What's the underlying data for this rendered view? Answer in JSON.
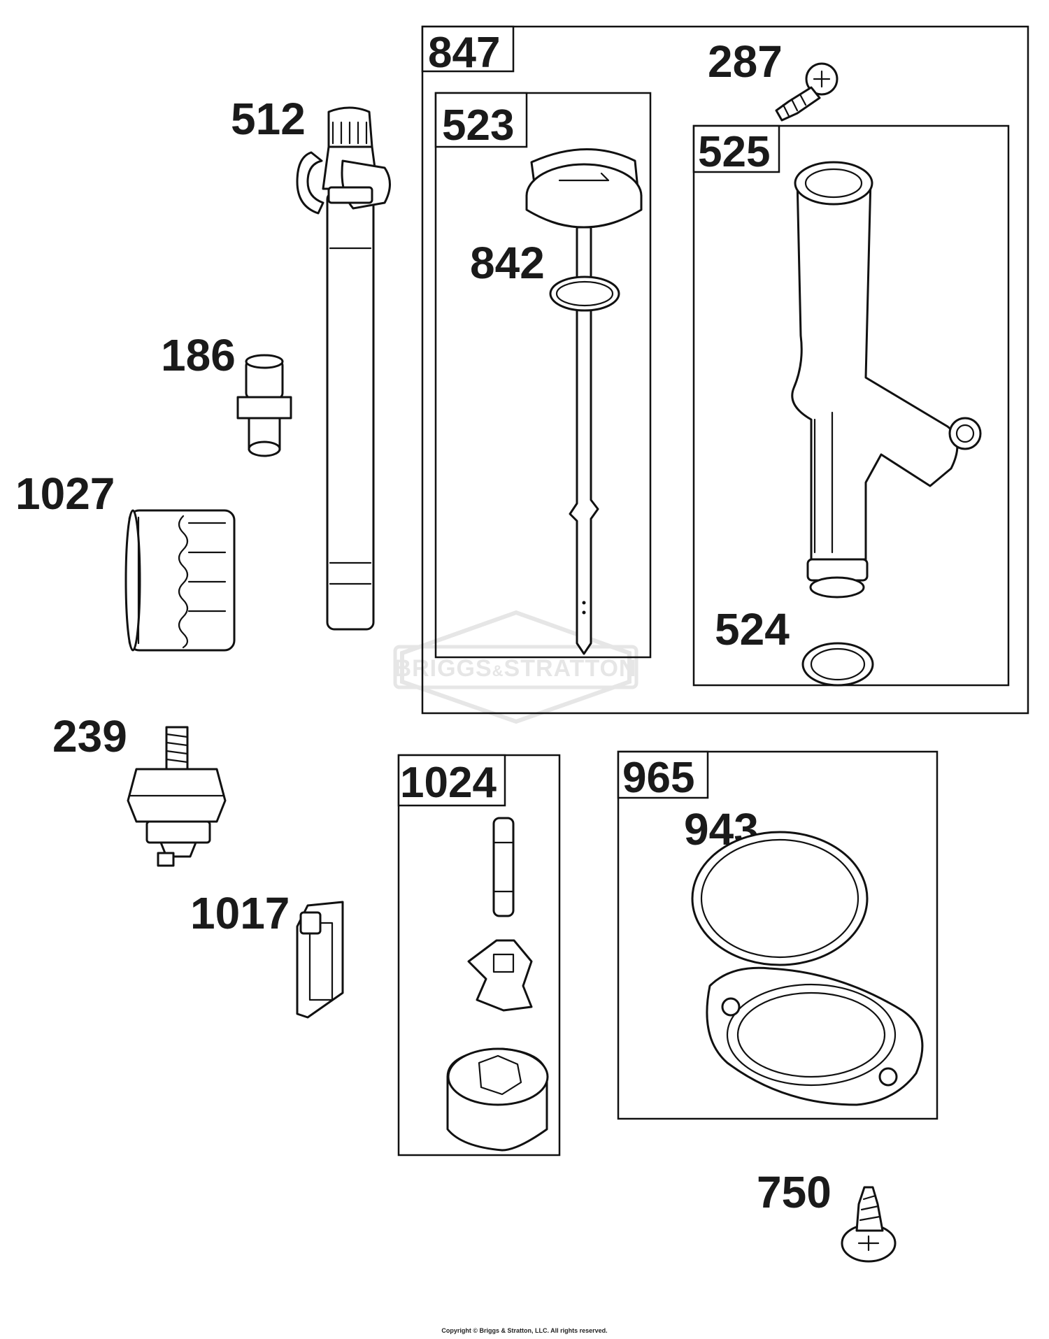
{
  "colors": {
    "ink": "#111111",
    "watermark": "#e6e6e6",
    "background": "#ffffff"
  },
  "callouts": {
    "c512": "512",
    "c186": "186",
    "c1027": "1027",
    "c239": "239",
    "c1017": "1017",
    "c287": "287",
    "c842": "842",
    "c524": "524",
    "c943": "943",
    "c750": "750"
  },
  "kits": {
    "k847": "847",
    "k523": "523",
    "k525": "525",
    "k1024": "1024",
    "k965": "965"
  },
  "watermark": {
    "brand_left": "BRIGGS",
    "brand_amp": "&",
    "brand_right": "STRATTON"
  },
  "footer": {
    "copyright": "Copyright © Briggs & Stratton, LLC. All rights reserved."
  }
}
